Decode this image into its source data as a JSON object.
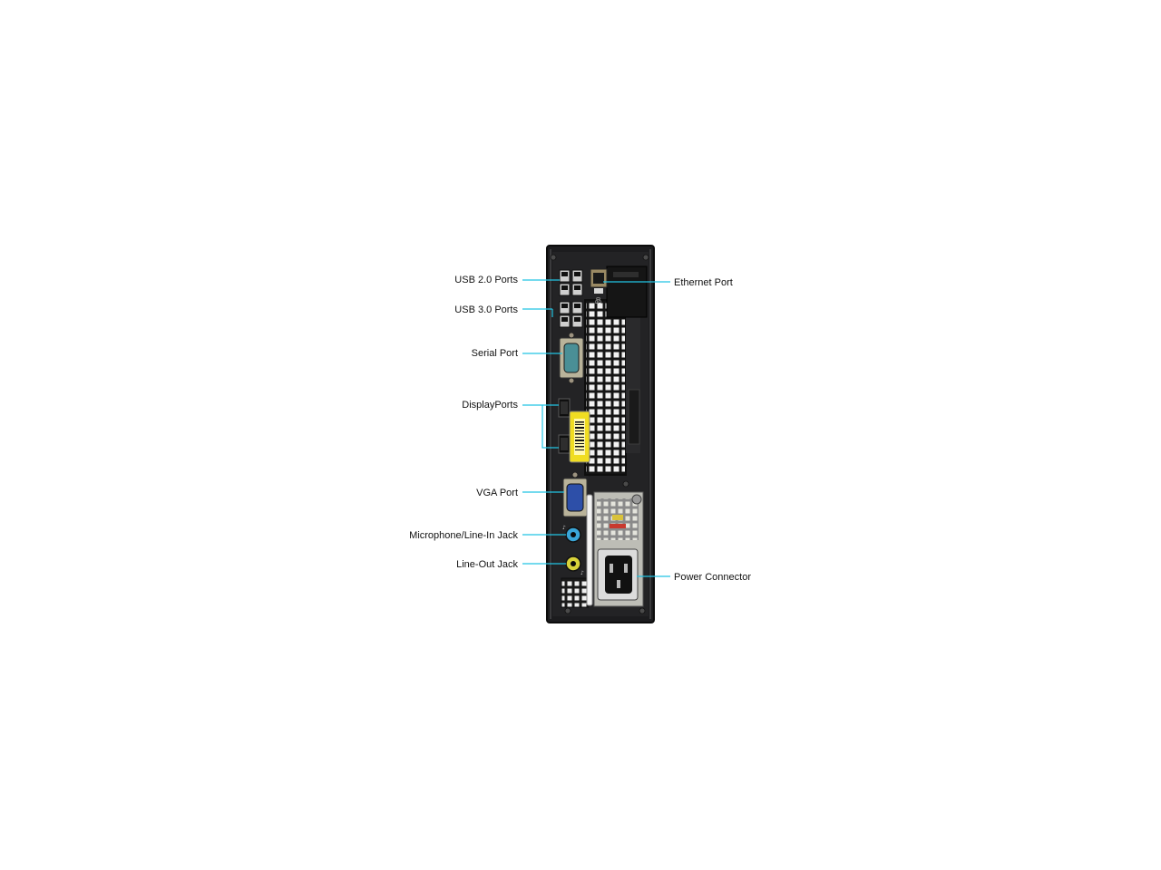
{
  "diagram": {
    "callout_color": "#22c4e4",
    "labels": {
      "usb2": "USB 2.0 Ports",
      "usb3": "USB 3.0 Ports",
      "serial": "Serial Port",
      "displayports": "DisplayPorts",
      "vga": "VGA Port",
      "mic": "Microphone/Line-In Jack",
      "lineout": "Line-Out Jack",
      "ethernet": "Ethernet Port",
      "power": "Power Connector"
    }
  }
}
